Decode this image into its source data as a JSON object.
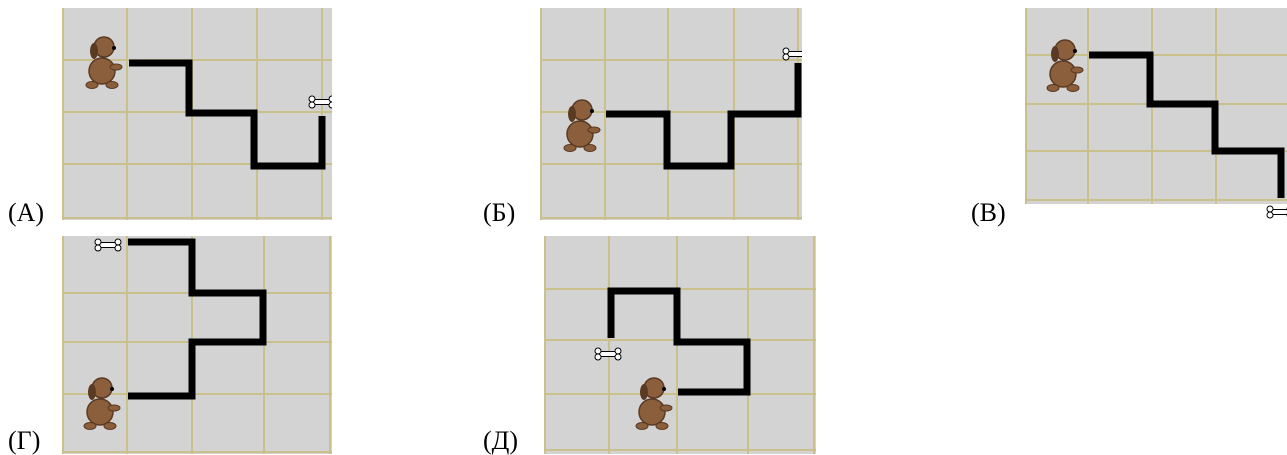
{
  "colors": {
    "background": "#d3d3d3",
    "grid": "#c9c08c",
    "path": "#000000",
    "dog": "#8b5e3c",
    "dog_dark": "#5a3a22",
    "bone": "#ffffff"
  },
  "options": [
    {
      "label": "(А)",
      "dog_icon": "dog-icon",
      "bone_icon": "bone-icon"
    },
    {
      "label": "(Б)",
      "dog_icon": "dog-icon",
      "bone_icon": "bone-icon"
    },
    {
      "label": "(В)",
      "dog_icon": "dog-icon",
      "bone_icon": "bone-icon"
    },
    {
      "label": "(Г)",
      "dog_icon": "dog-icon",
      "bone_icon": "bone-icon"
    },
    {
      "label": "(Д)",
      "dog_icon": "dog-icon",
      "bone_icon": "bone-icon"
    }
  ]
}
